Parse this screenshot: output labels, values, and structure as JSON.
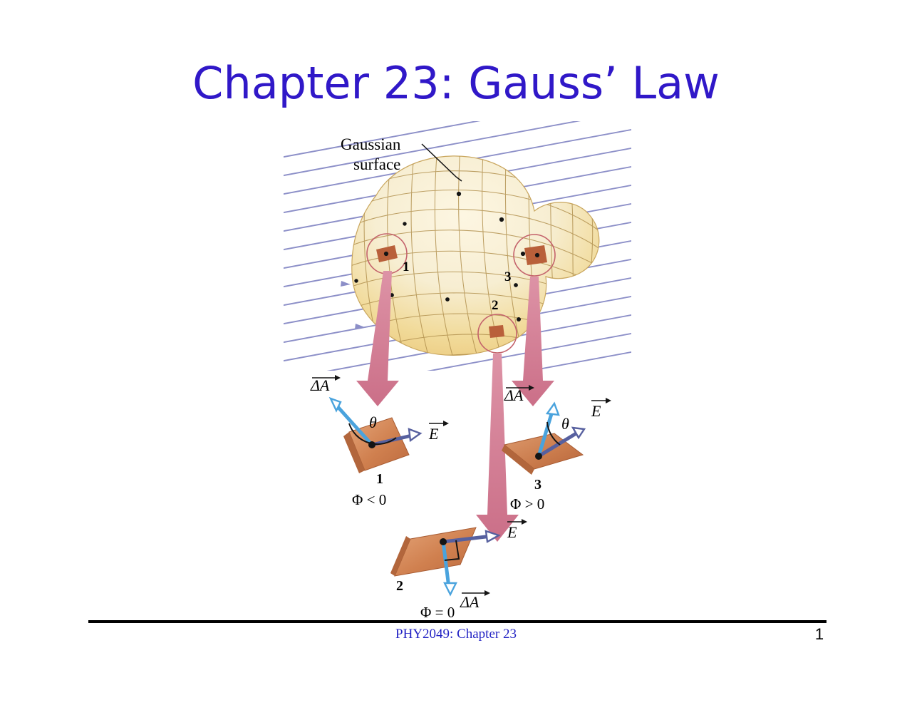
{
  "slide": {
    "title": "Chapter 23: Gauss’ Law",
    "title_color": "#3018c8",
    "background_color": "#ffffff"
  },
  "figure": {
    "name": "gauss-law-flux-diagram",
    "callout_label": "Gaussian surface",
    "callout_line1": "Gaussian",
    "callout_line2": "surface",
    "surface_patch_markers": [
      "1",
      "2",
      "3"
    ],
    "colors": {
      "field_line": "#8c8fc8",
      "surface_light": "#f7eed2",
      "surface_mid": "#f2dd9e",
      "surface_dark": "#edc978",
      "mesh_line": "#b99a5c",
      "patch_fill": "#cf7c4f",
      "patch_highlight": "#e2a074",
      "marker_circle": "#c4636c",
      "pink_arrow": "#d1798f",
      "delta_a_vector": "#4aa3dd",
      "e_vector": "#57609f",
      "dot": "#111111"
    },
    "panels": [
      {
        "id": "panel-1",
        "number": "1",
        "flux_label": "Φ < 0",
        "area_vector_label": "ΔA",
        "field_vector_label": "E",
        "angle_label": "θ",
        "description": "area vector up-left, field vector right, obtuse angle"
      },
      {
        "id": "panel-2",
        "number": "2",
        "flux_label": "Φ = 0",
        "area_vector_label": "ΔA",
        "field_vector_label": "E",
        "angle_label": "",
        "description": "area vector down, field vector right, right angle"
      },
      {
        "id": "panel-3",
        "number": "3",
        "flux_label": "Φ > 0",
        "area_vector_label": "ΔA",
        "field_vector_label": "E",
        "angle_label": "θ",
        "description": "area vector up, field vector up-right, acute angle"
      }
    ]
  },
  "footer": {
    "text": "PHY2049: Chapter 23",
    "page_number": "1",
    "text_color": "#2323c4"
  }
}
